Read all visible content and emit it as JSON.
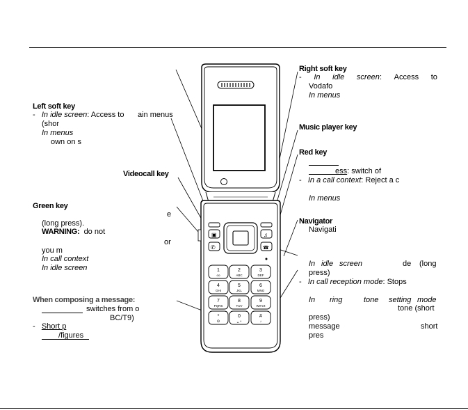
{
  "left": {
    "soft_key": {
      "title": "Left soft key",
      "line1_a": "In idle screen",
      "line1_b": ": Access to",
      "line1_c": "ain menus",
      "line2": "(shor",
      "line3": "In  menus",
      "line4": "own on s"
    },
    "videocall_key": "Videocall key",
    "green_key": {
      "title": "Green key",
      "frag_e": "e",
      "long_press": "(long press).",
      "warning_label": "WARNING:",
      "warning_text": "do  not",
      "frag_or": "or",
      "you_m": "you m",
      "in_call": "In call context",
      "in_idle": "In idle screen"
    },
    "composing": {
      "title": "When composing a message:",
      "switches": "switches  from  o",
      "bc_t9": "BC/T9)",
      "short_p": "Short    p",
      "figures": "/figures"
    }
  },
  "right": {
    "soft_key": {
      "title": "Right soft key",
      "in": "In",
      "idle": "idle",
      "screen": "screen",
      "access": "Access",
      "to": "to",
      "vodafo": "Vodafo",
      "in_menus": "In  menus"
    },
    "music_key": "Music player key",
    "red_key": {
      "title": "Red key",
      "ess": "ess",
      "switch_of": ": switch of",
      "in_call": "In a call context",
      "reject": ": Reject a c",
      "in_menus": "In menus"
    },
    "navigator": {
      "title": "Navigator",
      "navigati": "Navigati",
      "in": "In",
      "idle": "idle",
      "screen": "screen",
      "de": "de",
      "long": "(long",
      "press": "press)",
      "in_call_reception": "In call reception mode",
      "stops": ": Stops",
      "ring_in": "In",
      "ring": "ring",
      "tone": "tone",
      "setting": "setting",
      "mode": "mode",
      "tone_short": "tone  (short",
      "press2": "press)",
      "message": "message",
      "short": "short",
      "pres": "pres"
    }
  },
  "phone": {
    "keys": [
      {
        "num": "1",
        "sub": "oo"
      },
      {
        "num": "2",
        "sub": "ABC"
      },
      {
        "num": "3",
        "sub": "DEF"
      },
      {
        "num": "4",
        "sub": "GHI"
      },
      {
        "num": "5",
        "sub": "JKL"
      },
      {
        "num": "6",
        "sub": "MNO"
      },
      {
        "num": "7",
        "sub": "PQRS"
      },
      {
        "num": "8",
        "sub": "TUV"
      },
      {
        "num": "9",
        "sub": "WXYZ"
      },
      {
        "num": "*",
        "sub": "ⵙ"
      },
      {
        "num": "0",
        "sub": "␣ +"
      },
      {
        "num": "#",
        "sub": "♪"
      }
    ]
  }
}
